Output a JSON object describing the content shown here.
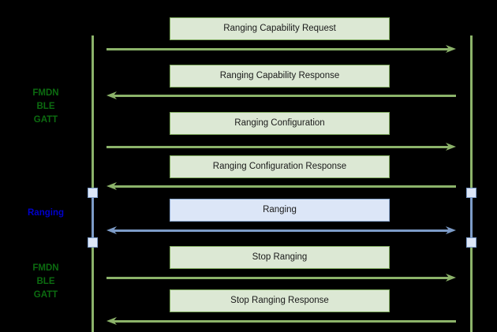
{
  "diagram": {
    "type": "sequence-diagram",
    "background_color": "#000000",
    "colors": {
      "gatt_green_line": "#8cb36a",
      "gatt_box_fill": "#dce8d4",
      "gatt_box_border": "#7faa5e",
      "ranging_blue_line": "#7d9cc8",
      "ranging_box_fill": "#dce6f7",
      "ranging_box_border": "#8ba8d0",
      "phase_label_green": "#0c6b10",
      "phase_label_blue": "#0000cc"
    },
    "lifelines": [
      {
        "name": "left-lifeline",
        "color": "#8cb36a"
      },
      {
        "name": "right-lifeline",
        "color": "#8cb36a"
      }
    ],
    "phase_labels": [
      {
        "id": "phase-gatt-top",
        "text": "FMDN\nBLE\nGATT",
        "color": "#0c6b10"
      },
      {
        "id": "phase-ranging",
        "text": "Ranging",
        "color": "#0000cc"
      },
      {
        "id": "phase-gatt-bottom",
        "text": "FMDN\nBLE\nGATT",
        "color": "#0c6b10"
      }
    ],
    "messages": [
      {
        "label": "Ranging Capability Request",
        "direction": "right",
        "style": "gatt"
      },
      {
        "label": "Ranging Capability Response",
        "direction": "left",
        "style": "gatt"
      },
      {
        "label": "Ranging Configuration",
        "direction": "right",
        "style": "gatt"
      },
      {
        "label": "Ranging Configuration Response",
        "direction": "left",
        "style": "gatt"
      },
      {
        "label": "Ranging",
        "direction": "both",
        "style": "ranging"
      },
      {
        "label": "Stop Ranging",
        "direction": "right",
        "style": "gatt"
      },
      {
        "label": "Stop Ranging Response",
        "direction": "left",
        "style": "gatt"
      }
    ]
  }
}
